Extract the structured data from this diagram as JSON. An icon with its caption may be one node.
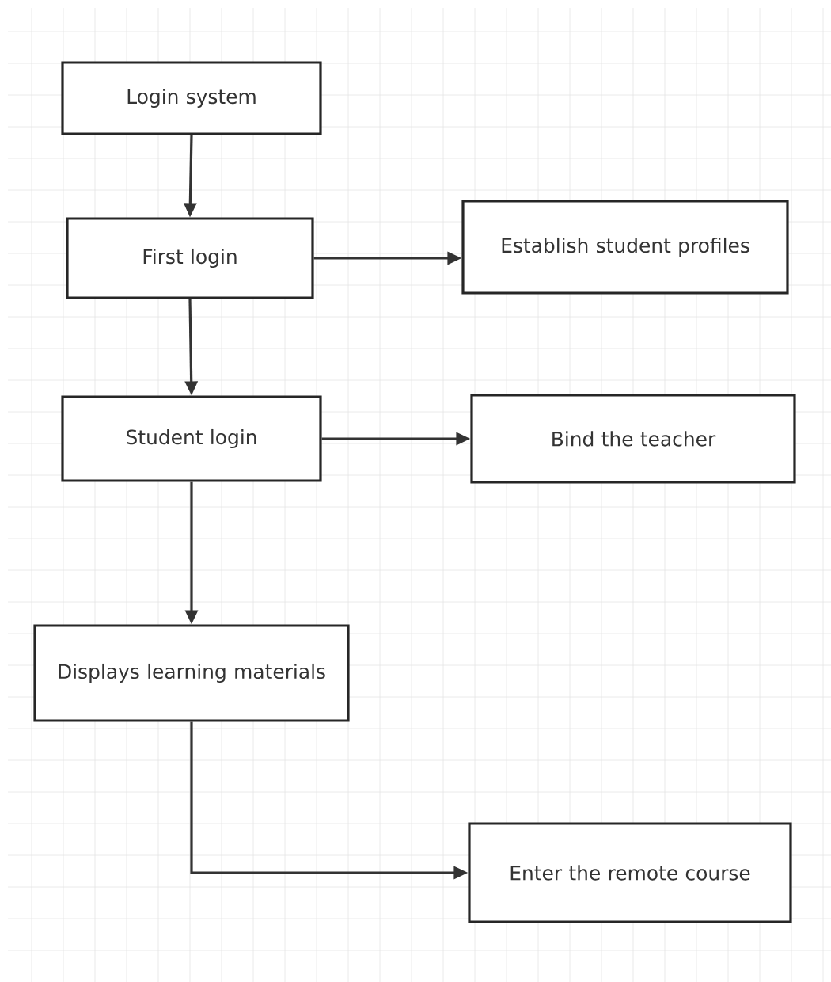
{
  "diagram": {
    "nodes": [
      {
        "text": [
          "Login system"
        ]
      },
      {
        "text": [
          "First login"
        ]
      },
      {
        "text": [
          "Establish student profiles"
        ]
      },
      {
        "text": [
          "Student login"
        ]
      },
      {
        "text": [
          "Bind the teacher"
        ]
      },
      {
        "text": [
          "Displays learning materials"
        ]
      },
      {
        "text": [
          "Enter the remote course"
        ]
      }
    ],
    "edges": [
      {
        "from": 0,
        "to": 1,
        "arrow": "to"
      },
      {
        "from": 1,
        "to": 2,
        "arrow": "to"
      },
      {
        "from": 1,
        "to": 3,
        "arrow": "to"
      },
      {
        "from": 3,
        "to": 4,
        "arrow": "to"
      },
      {
        "from": 3,
        "to": 5,
        "arrow": "to"
      },
      {
        "from": 5,
        "to": 6,
        "arrow": "to"
      }
    ]
  }
}
